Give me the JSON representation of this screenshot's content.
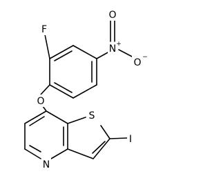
{
  "molecule": {
    "atoms": {
      "fluorine": "F",
      "nitrogen_nitro": "N",
      "nitrogen_nitro_charge": "+",
      "oxygen_nitro_top": "O",
      "oxygen_nitro_right": "O",
      "oxygen_nitro_charge": "−",
      "oxygen_ether": "O",
      "sulfur": "S",
      "iodine": "I",
      "nitrogen_pyridine": "N"
    }
  },
  "colors": {
    "bond": "#000000",
    "background": "#ffffff"
  }
}
